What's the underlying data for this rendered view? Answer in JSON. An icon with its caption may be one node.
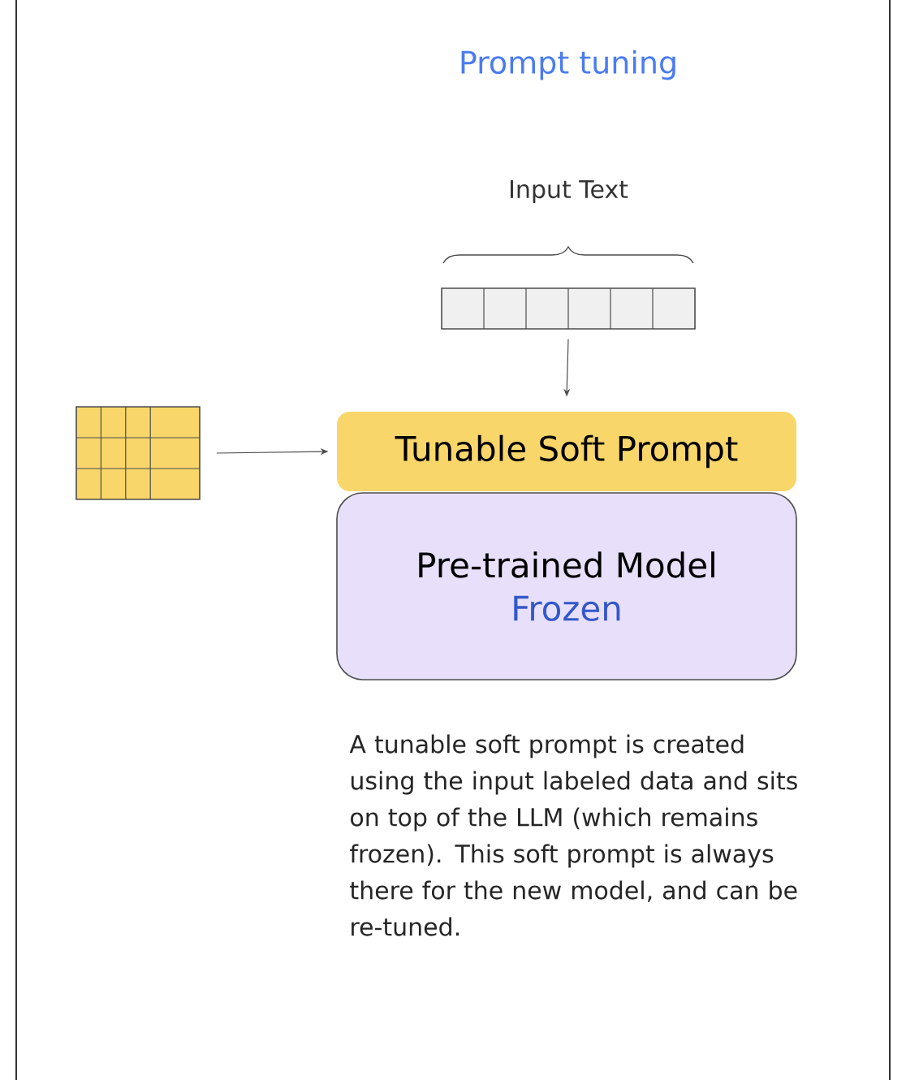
{
  "diagram": {
    "title": "Prompt tuning",
    "nodes": [
      {
        "text": [],
        "shape": "grid"
      },
      {
        "text": [],
        "shape": "box"
      },
      {
        "text": [
          "Tunable Soft Prompt"
        ]
      },
      {
        "text": [
          "Pre-trained Model",
          "Frozen"
        ]
      }
    ],
    "edges": [
      {
        "from": 0,
        "to": 2,
        "arrow": "to"
      },
      {
        "from": 1,
        "to": 2,
        "arrow": "to"
      }
    ],
    "labels": [
      "Input Text",
      "A tunable soft prompt is created using the input labeled data and sits on top of the LLM (which remains frozen). This soft prompt is always there for the new model, and can be re-tuned."
    ]
  }
}
